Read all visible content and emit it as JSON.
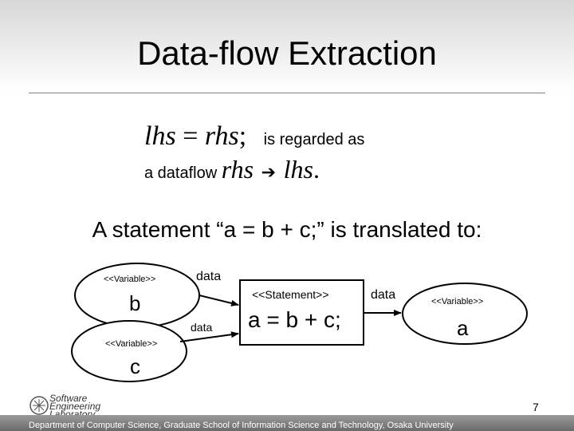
{
  "slide": {
    "title": "Data-flow Extraction",
    "rule_line1": {
      "lhs": "lhs",
      "eq": " = ",
      "rhs": "rhs",
      "semi": ";",
      "tail": "is regarded as"
    },
    "rule_line2": {
      "head": "a dataflow ",
      "rhs": "rhs",
      "arrow": "➔",
      "lhs": "lhs",
      "dot": "."
    },
    "statement_text": "A statement “a = b + c;” is translated to:",
    "page_number": "7",
    "footer": "Department of Computer Science, Graduate School of Information Science and Technology, Osaka University",
    "logo": {
      "line1": "Software",
      "line2": "Engineering",
      "line3": "Laboratory"
    }
  },
  "diagram": {
    "nodes": {
      "var_b": {
        "stereotype": "<<Variable>>",
        "name": "b"
      },
      "var_c": {
        "stereotype": "<<Variable>>",
        "name": "c"
      },
      "stmt": {
        "stereotype": "<<Statement>>",
        "text": "a = b + c;"
      },
      "var_a": {
        "stereotype": "<<Variable>>",
        "name": "a"
      }
    },
    "edges": {
      "b_to_stmt": "data",
      "c_to_stmt": "data",
      "stmt_to_a": "data"
    }
  }
}
